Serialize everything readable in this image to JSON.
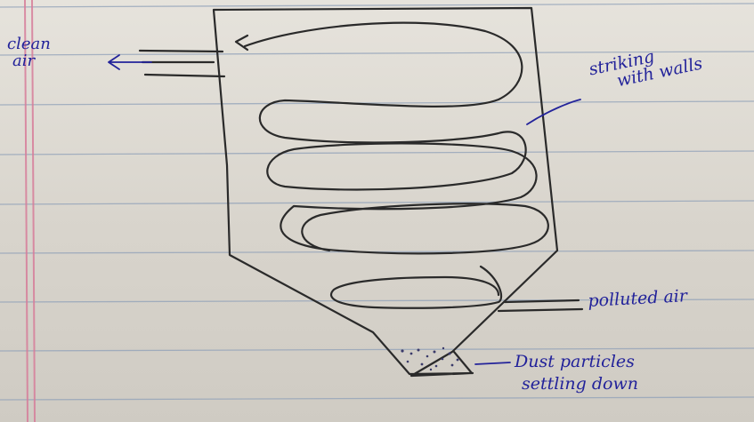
{
  "diagram": {
    "labels": {
      "clean_air_line1": "clean",
      "clean_air_line2": "air",
      "striking_line1": "striking",
      "striking_line2": "with walls",
      "polluted_air": "polluted air",
      "dust_line1": "Dust particles",
      "dust_line2": "settling down"
    }
  },
  "colors": {
    "paper": "#e3e0d9",
    "ruled_lines": "#8fa0b8",
    "margin_lines": "#d77d9a",
    "pencil": "#2a2a2a",
    "pen_blue": "#23239a"
  }
}
